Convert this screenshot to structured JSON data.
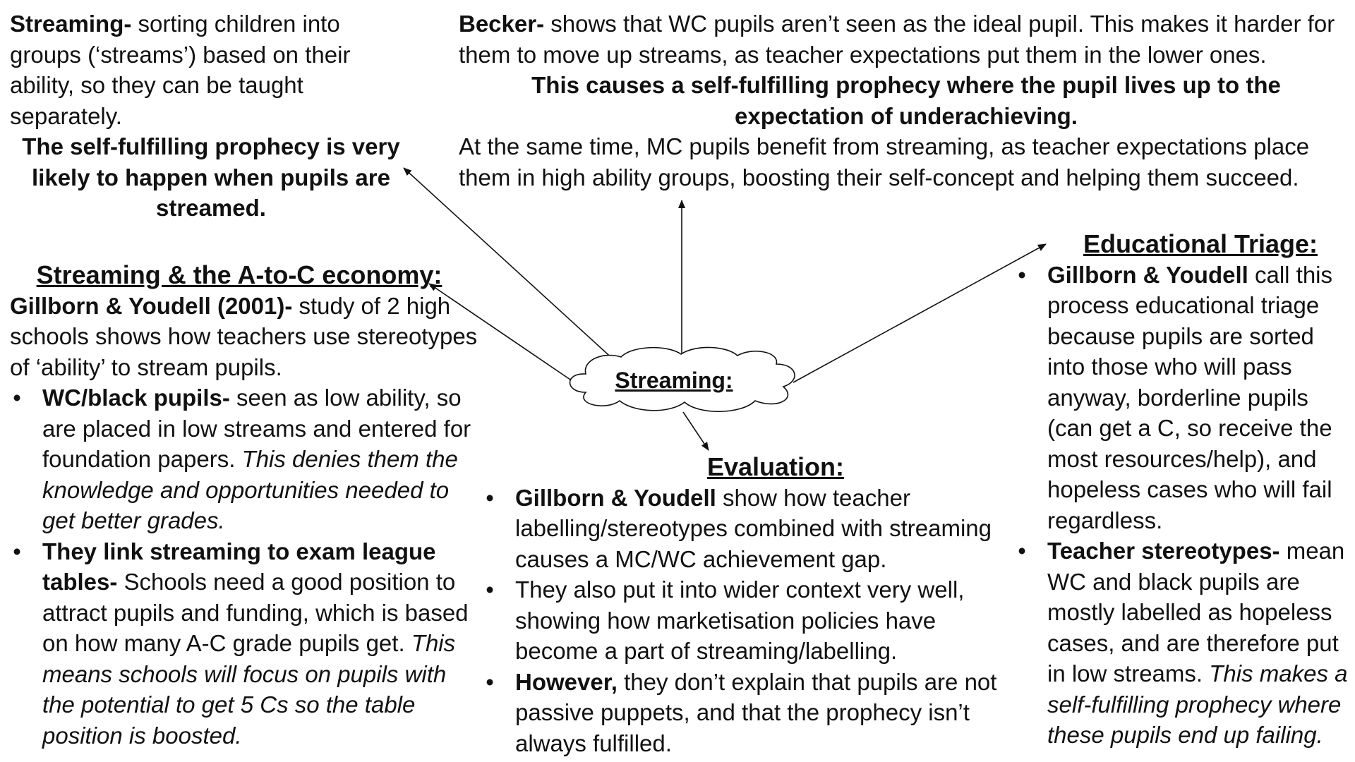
{
  "streaming_def": {
    "term": "Streaming-",
    "text": " sorting children into groups (‘streams’) based on their ability, so they can be taught separately.",
    "highlight": "The self-fulfilling prophecy is very likely to happen when pupils are streamed."
  },
  "becker": {
    "name": "Becker-",
    "text": " shows that WC pupils aren’t seen as the ideal pupil. This makes it harder for them to move up streams, as teacher expectations put them in the lower ones.",
    "highlight": "This causes a self-fulfilling prophecy where the pupil lives up to the expectation of underachieving.",
    "text2": "At the same time, MC pupils benefit from streaming, as teacher expectations place them in high ability groups, boosting their self-concept and helping them succeed."
  },
  "a_to_c": {
    "heading": "Streaming & the A-to-C economy:",
    "intro_name": "Gillborn & Youdell (2001)-",
    "intro_text": " study of 2 high schools shows how teachers use stereotypes of ‘ability’ to stream pupils.",
    "bullets": [
      {
        "bold": "WC/black pupils-",
        "text": " seen as low ability, so are placed in low streams and entered for foundation papers. ",
        "italic": "This denies them the knowledge and opportunities needed to get better grades."
      },
      {
        "bold": "They link streaming to exam league tables-",
        "text": " Schools need a good position to attract pupils and funding, which is based on how many A-C grade pupils get. ",
        "italic": "This means schools will focus on pupils with the potential to get 5 Cs so the table position is boosted."
      }
    ]
  },
  "center": {
    "label": "Streaming:"
  },
  "evaluation": {
    "heading": "Evaluation:",
    "bullets": [
      {
        "bold": "Gillborn & Youdell",
        "text": " show how teacher labelling/stereotypes combined with streaming causes a MC/WC achievement gap."
      },
      {
        "bold": "",
        "text": "They also put it into wider context very well, showing how marketisation policies have become a part of streaming/labelling."
      },
      {
        "bold": "However,",
        "text": " they don’t explain that pupils are not passive puppets, and that the prophecy isn’t always fulfilled."
      }
    ]
  },
  "triage": {
    "heading": "Educational Triage:",
    "bullets": [
      {
        "bold": "Gillborn & Youdell",
        "text": " call this process educational triage because pupils are sorted into those who will pass anyway, borderline pupils (can get a C, so receive the most resources/help), and hopeless cases who will fail regardless.",
        "italic": ""
      },
      {
        "bold": "Teacher stereotypes-",
        "text": " mean WC and black pupils are mostly labelled as hopeless cases, and are therefore put in low streams. ",
        "italic": "This makes a self-fulfilling prophecy where these pupils end up failing."
      }
    ]
  }
}
